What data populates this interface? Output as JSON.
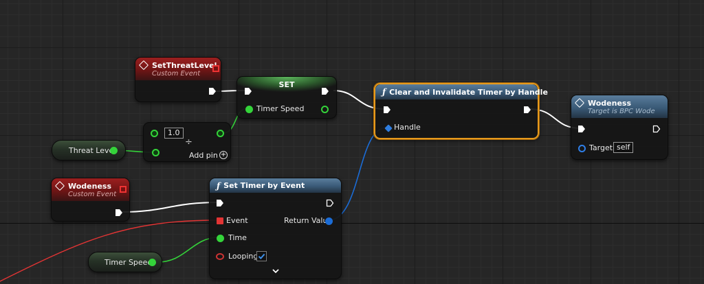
{
  "colors": {
    "event_header": "#8b1c1c",
    "function_header": "#3e5f7d",
    "set_header": "#3a7a3a",
    "float_pin": "#34d43a",
    "struct_pin": "#1b6cd6",
    "delegate_pin": "#e23434",
    "selection": "#e79a1c"
  },
  "nodes": {
    "set_threat_level": {
      "title": "SetThreatLevel",
      "subtitle": "Custom Event",
      "icon": "event-diamond-icon"
    },
    "set_var": {
      "title": "SET",
      "pin_in": "Timer Speed"
    },
    "divide": {
      "value_a": "1.0",
      "operator": "÷",
      "add_pin": "Add pin",
      "icon": "plus-circle-icon"
    },
    "threat_level_var": {
      "label": "Threat Level"
    },
    "clear_timer": {
      "title": "Clear and Invalidate Timer by Handle",
      "pin_handle": "Handle",
      "icon": "function-icon"
    },
    "wodeness_call": {
      "title": "Wodeness",
      "subtitle": "Target is BPC Wode",
      "pin_target": "Target",
      "target_value": "self"
    },
    "wodeness_event": {
      "title": "Wodeness",
      "subtitle": "Custom Event"
    },
    "set_timer": {
      "title": "Set Timer by Event",
      "pin_event": "Event",
      "pin_time": "Time",
      "pin_looping": "Looping",
      "looping_checked": true,
      "pin_return": "Return Value",
      "expand_icon": "chevron-down-icon"
    },
    "timer_speed_var": {
      "label": "Timer Speed"
    }
  }
}
